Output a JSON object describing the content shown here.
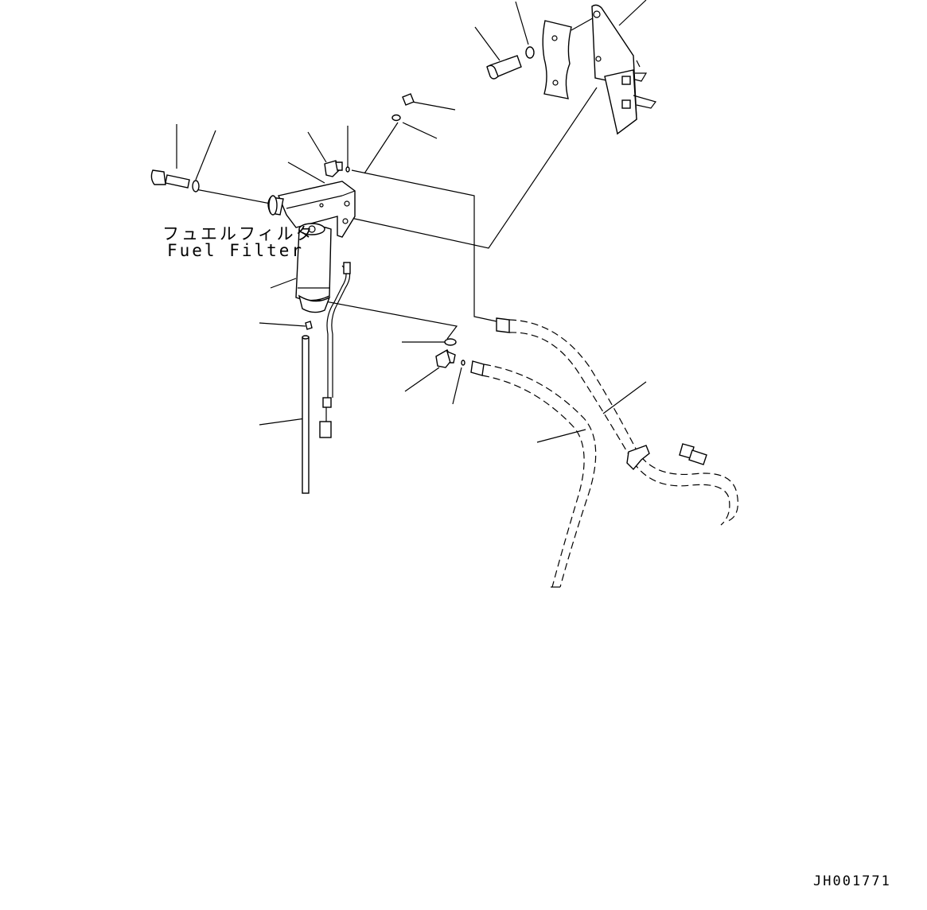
{
  "part_label": {
    "japanese": "フュエルフィルタ",
    "english": "Fuel Filter"
  },
  "drawing_code": "JH001771",
  "colors": {
    "line": "#000000",
    "background": "#ffffff"
  }
}
